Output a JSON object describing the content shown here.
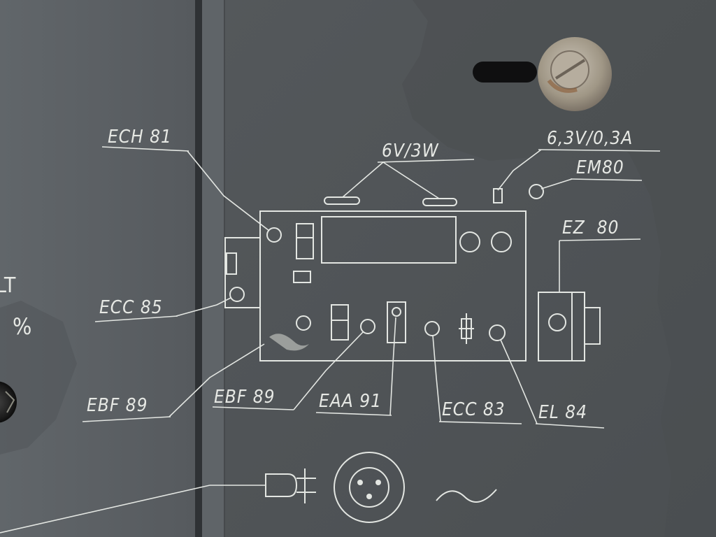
{
  "tube_labels": {
    "ech81": "ECH 81",
    "ecc85": "ECC 85",
    "ebf89_left": "EBF 89",
    "ebf89_mid": "EBF 89",
    "eaa91": "EAA 91",
    "ecc83": "ECC 83",
    "el84": "EL 84",
    "em80": "EM80",
    "ez80": "EZ  80"
  },
  "lamp_labels": {
    "dial_lamps": "6V/3W",
    "indicator_lamp": "6,3V/0,3A"
  },
  "left_panel_text": {
    "partial_top": "LT",
    "partial_bottom": "%"
  },
  "colors": {
    "panel": "#55595c",
    "panel_left": "#5a5f63",
    "print": "#e6e8e4",
    "screw": "#a39a8c"
  }
}
